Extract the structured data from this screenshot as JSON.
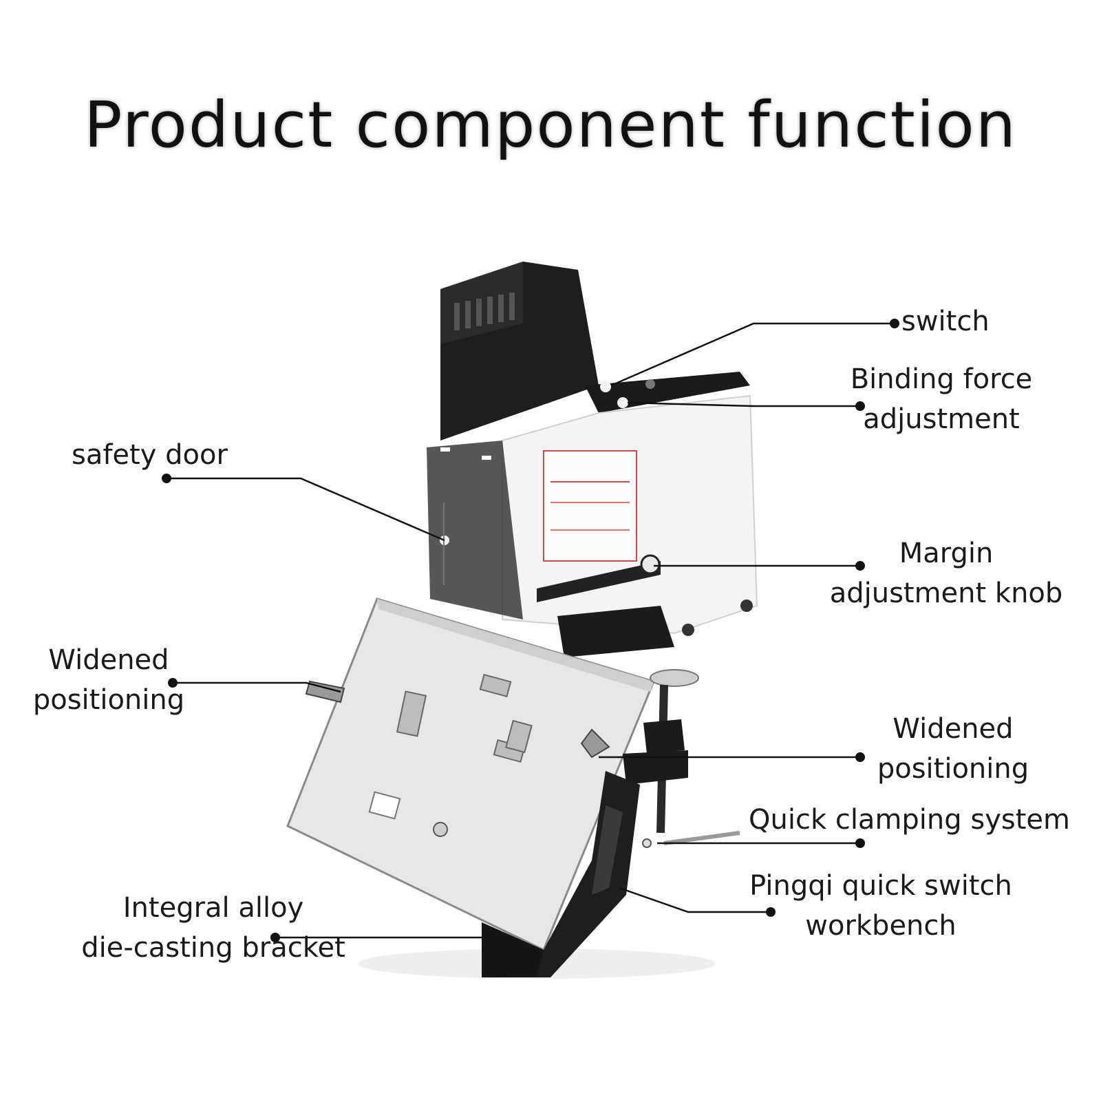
{
  "title": "Product component function",
  "labels": {
    "switch": [
      "switch"
    ],
    "binding_force": [
      "Binding force",
      "adjustment"
    ],
    "safety_door": [
      "safety door"
    ],
    "margin_knob": [
      "Margin",
      "adjustment knob"
    ],
    "widened_left": [
      "Widened",
      "positioning"
    ],
    "widened_right": [
      "Widened",
      "positioning"
    ],
    "quick_clamping": [
      "Quick clamping system"
    ],
    "pingqi": [
      "Pingqi quick switch",
      "workbench"
    ],
    "integral_alloy": [
      "Integral alloy",
      "die-casting bracket"
    ]
  },
  "colors": {
    "body_black": "#1e1e1e",
    "body_white": "#f4f4f4",
    "metal": "#e6e6e6",
    "leader": "#111111"
  }
}
